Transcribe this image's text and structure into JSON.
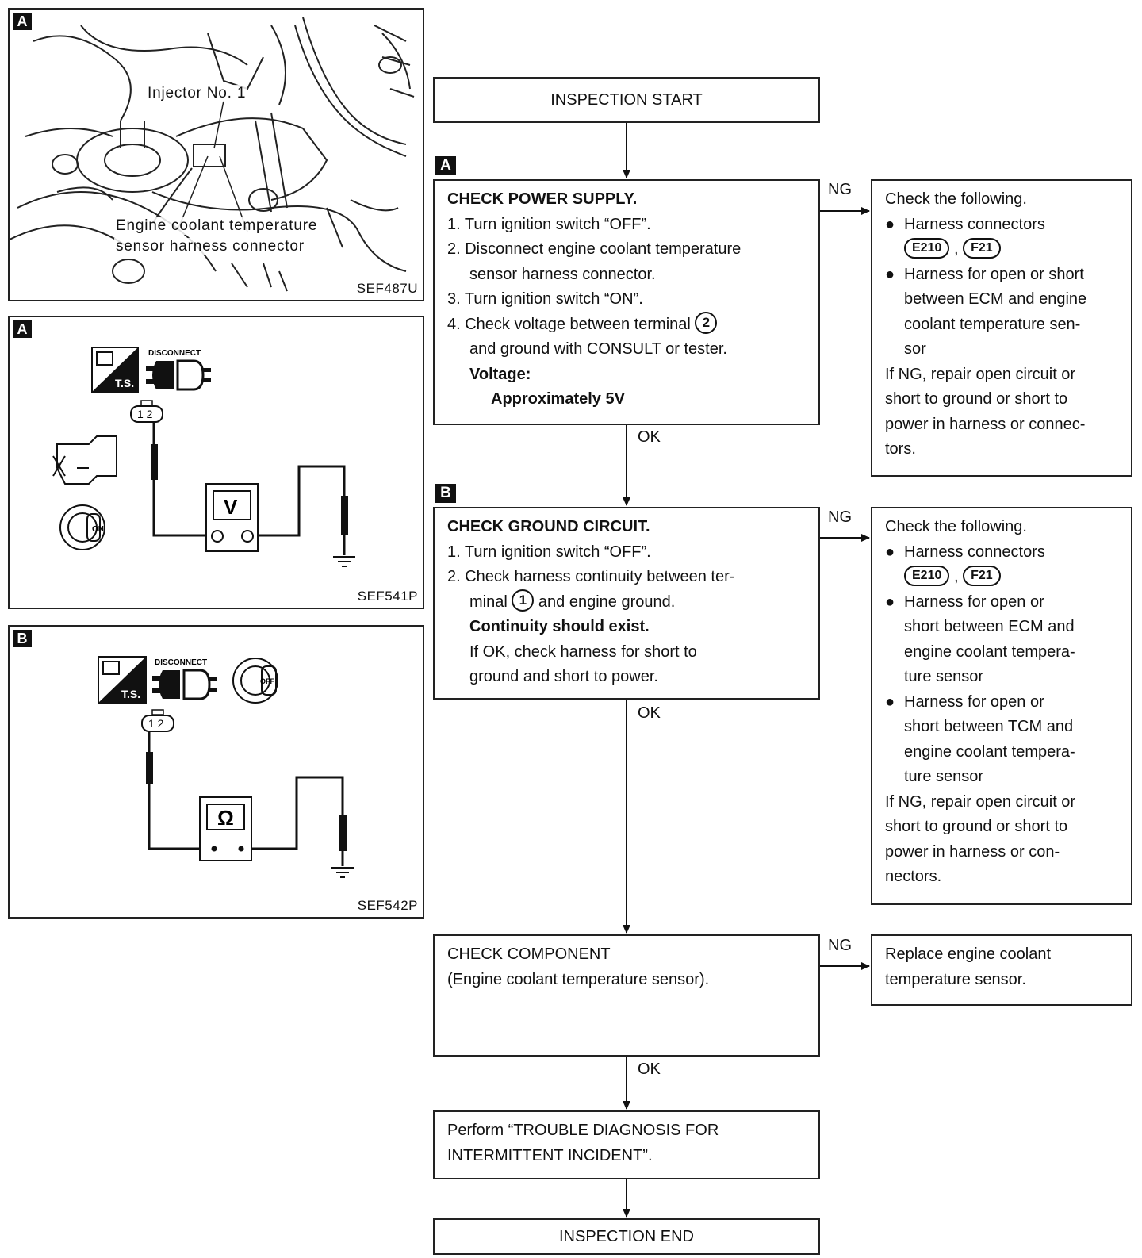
{
  "figures": {
    "fig1": {
      "tag": "A",
      "code": "SEF487U",
      "callout_injector": "Injector No. 1",
      "callout_sensor_line1": "Engine coolant temperature",
      "callout_sensor_line2": "sensor harness connector"
    },
    "fig2": {
      "tag": "A",
      "code": "SEF541P",
      "ts_label": "T.S.",
      "disconnect_label": "DISCONNECT",
      "terminal_pins": "1 2",
      "meter_symbol": "V",
      "ignition_label": "ON"
    },
    "fig3": {
      "tag": "B",
      "code": "SEF542P",
      "ts_label": "T.S.",
      "disconnect_label": "DISCONNECT",
      "terminal_pins": "1 2",
      "meter_symbol": "Ω",
      "ignition_label": "OFF"
    }
  },
  "flow": {
    "start": "INSPECTION START",
    "stepA": {
      "tag": "A",
      "title": "CHECK POWER SUPPLY.",
      "item1": "1. Turn ignition switch “OFF”.",
      "item2a": "2. Disconnect engine coolant temperature",
      "item2b": "sensor harness connector.",
      "item3": "3. Turn ignition switch “ON”.",
      "item4a_pre": "4. Check voltage between terminal",
      "item4a_terminal": "2",
      "item4b": "and ground with CONSULT or tester.",
      "voltage_label": "Voltage:",
      "voltage_value": "Approximately 5V"
    },
    "ngA": {
      "head": "Check the following.",
      "b1": "Harness connectors",
      "b1_conn1": "E210",
      "b1_sep": ",",
      "b1_conn2": "F21",
      "b2a": "Harness for open or short",
      "b2b": "between ECM and engine",
      "b2c": "coolant temperature sen-",
      "b2d": "sor",
      "tail1": "If NG, repair open circuit or",
      "tail2": "short to ground or short to",
      "tail3": "power in harness or connec-",
      "tail4": "tors."
    },
    "stepB": {
      "tag": "B",
      "title": "CHECK GROUND CIRCUIT.",
      "item1": "1. Turn ignition switch “OFF”.",
      "item2a": "2. Check harness continuity between ter-",
      "item2b_pre": "minal",
      "item2b_terminal": "1",
      "item2b_post": "and engine ground.",
      "cont_label": "Continuity should exist.",
      "note1": "If OK, check harness for short to",
      "note2": "ground and short to power."
    },
    "ngB": {
      "head": "Check the following.",
      "b1": "Harness connectors",
      "b1_conn1": "E210",
      "b1_sep": ",",
      "b1_conn2": "F21",
      "b2a": "Harness for open or",
      "b2b": "short between ECM and",
      "b2c": "engine coolant tempera-",
      "b2d": "ture sensor",
      "b3a": "Harness for open or",
      "b3b": "short between TCM and",
      "b3c": "engine coolant tempera-",
      "b3d": "ture sensor",
      "tail1": "If NG, repair open circuit or",
      "tail2": "short to ground or short to",
      "tail3": "power in harness or con-",
      "tail4": "nectors."
    },
    "component": {
      "line1": "CHECK COMPONENT",
      "line2": "(Engine coolant temperature sensor)."
    },
    "ngC": {
      "line1": "Replace engine coolant",
      "line2": "temperature sensor."
    },
    "perform": {
      "line1": "Perform “TROUBLE DIAGNOSIS FOR",
      "line2": "INTERMITTENT INCIDENT”."
    },
    "end": "INSPECTION END",
    "ng_label": "NG",
    "ok_label": "OK"
  }
}
